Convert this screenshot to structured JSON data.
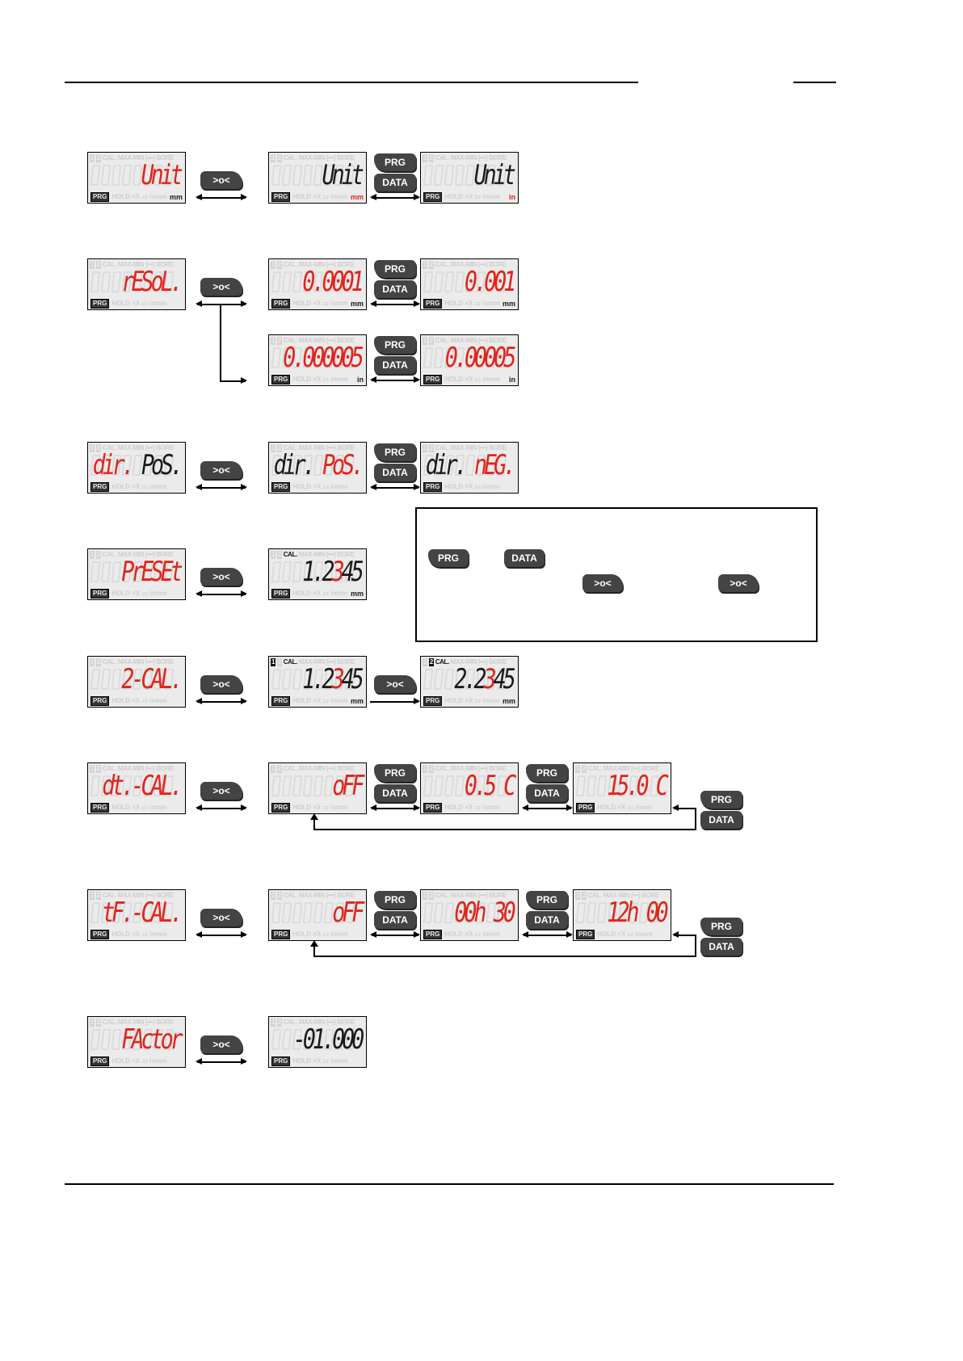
{
  "colors": {
    "red": "#e0241c",
    "black": "#1a1a1a"
  },
  "lcd_labels": {
    "n1": "1",
    "n2": "2",
    "cal": "CAL.",
    "rest": "MAX-MIN (•••) BORE",
    "prg": "PRG",
    "hold": "HOLD ×X ▭ inmm"
  },
  "buttons": {
    "zero": ">o<",
    "prg": "PRG",
    "data": "DATA"
  },
  "displays": [
    {
      "id": "unit-0",
      "segs": [
        [
          "Unit",
          "r"
        ]
      ],
      "unit": "mm",
      "uc": "k"
    },
    {
      "id": "unit-1",
      "segs": [
        [
          "Unit",
          "k"
        ]
      ],
      "unit": "mm",
      "uc": "r"
    },
    {
      "id": "unit-2",
      "segs": [
        [
          "Unit",
          "k"
        ]
      ],
      "unit": "in",
      "uc": "r"
    },
    {
      "id": "resol-0",
      "segs": [
        [
          "rESoL.",
          "r"
        ]
      ]
    },
    {
      "id": "resol-1",
      "segs": [
        [
          "0.0001",
          "r"
        ]
      ],
      "unit": "mm",
      "uc": "k"
    },
    {
      "id": "resol-2",
      "segs": [
        [
          "0.001",
          "r"
        ]
      ],
      "unit": "mm",
      "uc": "k"
    },
    {
      "id": "resol-3",
      "segs": [
        [
          "0.000005",
          "r"
        ]
      ],
      "unit": "in",
      "uc": "k"
    },
    {
      "id": "resol-4",
      "segs": [
        [
          "0.00005",
          "r"
        ]
      ],
      "unit": "in",
      "uc": "k"
    },
    {
      "id": "dir-0",
      "segs": [
        [
          "dir. ",
          "r"
        ],
        [
          "PoS.",
          "k"
        ]
      ]
    },
    {
      "id": "dir-1",
      "segs": [
        [
          "dir. ",
          "k"
        ],
        [
          "PoS.",
          "r"
        ]
      ]
    },
    {
      "id": "dir-2",
      "segs": [
        [
          "dir. ",
          "k"
        ],
        [
          "nEG.",
          "r"
        ]
      ]
    },
    {
      "id": "preset-0",
      "segs": [
        [
          "PrESEt",
          "r"
        ]
      ]
    },
    {
      "id": "preset-1",
      "cal": true,
      "segs": [
        [
          "1.2",
          "k"
        ],
        [
          "3",
          "r"
        ],
        [
          "45",
          "k"
        ]
      ],
      "unit": "mm",
      "uc": "k"
    },
    {
      "id": "cal2-0",
      "segs": [
        [
          "2-CAL.",
          "r"
        ]
      ]
    },
    {
      "id": "cal2-1",
      "cal": true,
      "n": 1,
      "segs": [
        [
          "1.2",
          "k"
        ],
        [
          "3",
          "r"
        ],
        [
          "45",
          "k"
        ]
      ],
      "unit": "mm",
      "uc": "k"
    },
    {
      "id": "cal2-2",
      "cal": true,
      "n": 2,
      "segs": [
        [
          "2.2",
          "k"
        ],
        [
          "3",
          "r"
        ],
        [
          "45",
          "k"
        ]
      ],
      "unit": "mm",
      "uc": "k"
    },
    {
      "id": "dtcal-0",
      "segs": [
        [
          "dt.-CAL.",
          "r"
        ]
      ]
    },
    {
      "id": "dtcal-1",
      "segs": [
        [
          "oFF",
          "r"
        ]
      ]
    },
    {
      "id": "dtcal-2",
      "segs": [
        [
          "0.5 C",
          "r"
        ]
      ]
    },
    {
      "id": "dtcal-3",
      "segs": [
        [
          "15.0 C",
          "r"
        ]
      ]
    },
    {
      "id": "tfcal-0",
      "segs": [
        [
          "tF.-CAL.",
          "r"
        ]
      ]
    },
    {
      "id": "tfcal-1",
      "segs": [
        [
          "oFF",
          "r"
        ]
      ]
    },
    {
      "id": "tfcal-2",
      "segs": [
        [
          "00h 30",
          "r"
        ]
      ]
    },
    {
      "id": "tfcal-3",
      "segs": [
        [
          "12h 00",
          "r"
        ]
      ]
    },
    {
      "id": "factor-0",
      "segs": [
        [
          "FActor",
          "r"
        ]
      ]
    },
    {
      "id": "factor-1",
      "segs": [
        [
          "-01.000",
          "k"
        ]
      ]
    }
  ]
}
